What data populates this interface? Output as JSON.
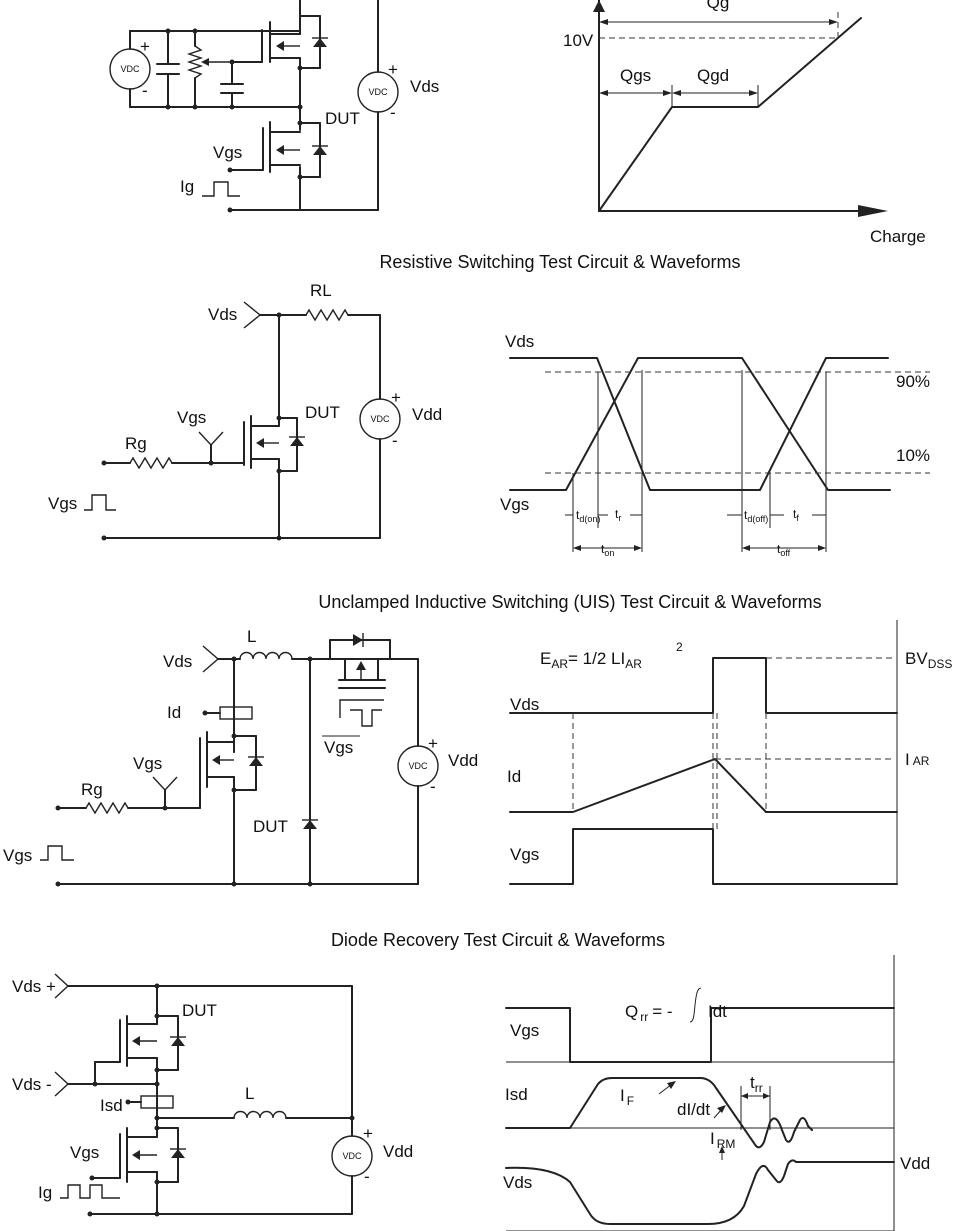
{
  "section_titles": {
    "resistive": "Resistive Switching Test Circuit & Waveforms",
    "uis": "Unclamped Inductive Switching (UIS) Test Circuit & Waveforms",
    "diode": "Diode Recovery Test Circuit & Waveforms"
  },
  "gate_charge": {
    "source_text": "VDC",
    "plus": "+",
    "minus": "-",
    "vgs": "Vgs",
    "ig": "Ig",
    "dut": "DUT",
    "vds": "Vds",
    "qg": "Qg",
    "v10": "10V",
    "qgs": "Qgs",
    "qgd": "Qgd",
    "charge": "Charge"
  },
  "resistive": {
    "vds": "Vds",
    "rl": "RL",
    "dut": "DUT",
    "vgs_in": "Vgs",
    "rg": "Rg",
    "vgs_pulse": "Vgs",
    "vdd": "Vdd",
    "wave_vds": "Vds",
    "wave_vgs": "Vgs",
    "p90": "90%",
    "p10": "10%",
    "t": "t",
    "d_on": "d(on)",
    "r": "r",
    "on": "on",
    "d_off": "d(off)",
    "f": "f",
    "off": "off"
  },
  "uis": {
    "vds": "Vds",
    "l": "L",
    "id": "Id",
    "vgs_in": "Vgs",
    "rg": "Rg",
    "vgs_pulse": "Vgs",
    "dut": "DUT",
    "vgs_bar": "Vgs",
    "vdd": "Vdd",
    "e": "E",
    "ar": "AR",
    "eq": "= 1/2 LI",
    "sq": "2",
    "wave_vds": "Vds",
    "wave_id": "Id",
    "wave_vgs": "Vgs",
    "bv": "BV",
    "dss": "DSS",
    "i": "I",
    "iar_sub": "AR"
  },
  "diode": {
    "vds_plus": "Vds +",
    "vds_minus": "Vds -",
    "dut": "DUT",
    "isd": "Isd",
    "l": "L",
    "vgs": "Vgs",
    "ig": "Ig",
    "vdd": "Vdd",
    "q": "Q",
    "rr": "rr",
    "eq": "= -",
    "idt": "Idt",
    "wave_vgs": "Vgs",
    "wave_isd": "Isd",
    "if_i": "I",
    "if_f": "F",
    "didt": "dI/dt",
    "t": "t",
    "irm_i": "I",
    "rm": "RM",
    "wave_vds": "Vds",
    "wave_vdd": "Vdd"
  }
}
